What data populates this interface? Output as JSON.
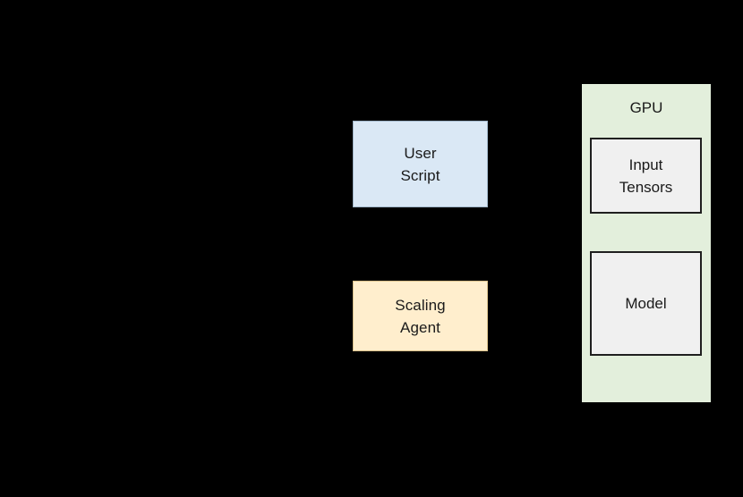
{
  "diagram": {
    "background_color": "#000000",
    "nodes": {
      "user_script": {
        "label": "User\nScript",
        "fill": "#dae8f5",
        "stroke": "#9fb5c8"
      },
      "scaling_agent": {
        "label": "Scaling\nAgent",
        "fill": "#ffeecd",
        "stroke": "#d9c08a"
      },
      "gpu": {
        "label": "GPU",
        "fill": "#e3efdc",
        "children": {
          "input_tensors": {
            "label": "Input\nTensors",
            "fill": "#f0f0f0",
            "stroke": "#1f1f1f"
          },
          "model": {
            "label": "Model",
            "fill": "#f0f0f0",
            "stroke": "#1f1f1f"
          }
        }
      }
    },
    "text_color": "#1a1a1a"
  }
}
